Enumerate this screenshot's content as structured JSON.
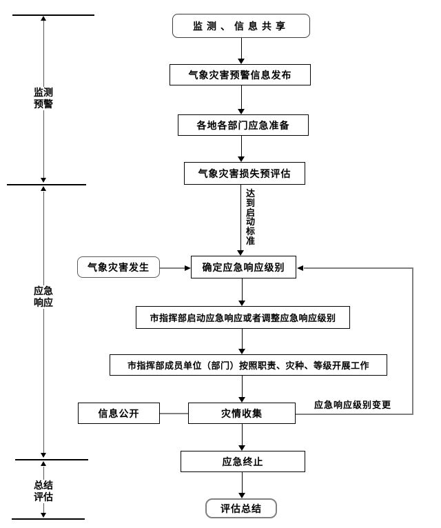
{
  "phases": [
    {
      "label": "监测\n预警"
    },
    {
      "label": "应急\n响应"
    },
    {
      "label": "总结\n评估"
    }
  ],
  "nodes": {
    "monitor_share": "监测、信息共享",
    "warning_release": "气象灾害预警信息发布",
    "preparation": "各地各部门应急准备",
    "loss_preassess": "气象灾害损失预评估",
    "disaster_occur": "气象灾害发生",
    "determine_level": "确定应急响应级别",
    "start_adjust": "市指挥部启动应急响应或者调整应急响应级别",
    "members_work": "市指挥部成员单位（部门）按照职责、灾种、等级开展工作",
    "info_public": "信息公开",
    "disaster_collect": "灾情收集",
    "emergency_end": "应急终止",
    "evaluation_summary": "评估总结"
  },
  "edge_labels": {
    "start_criteria": "达到启动标准",
    "level_change": "应急响应级别变更"
  },
  "colors": {
    "line_black": "#000000",
    "line_gray": "#7f7f7f",
    "background": "#ffffff"
  }
}
